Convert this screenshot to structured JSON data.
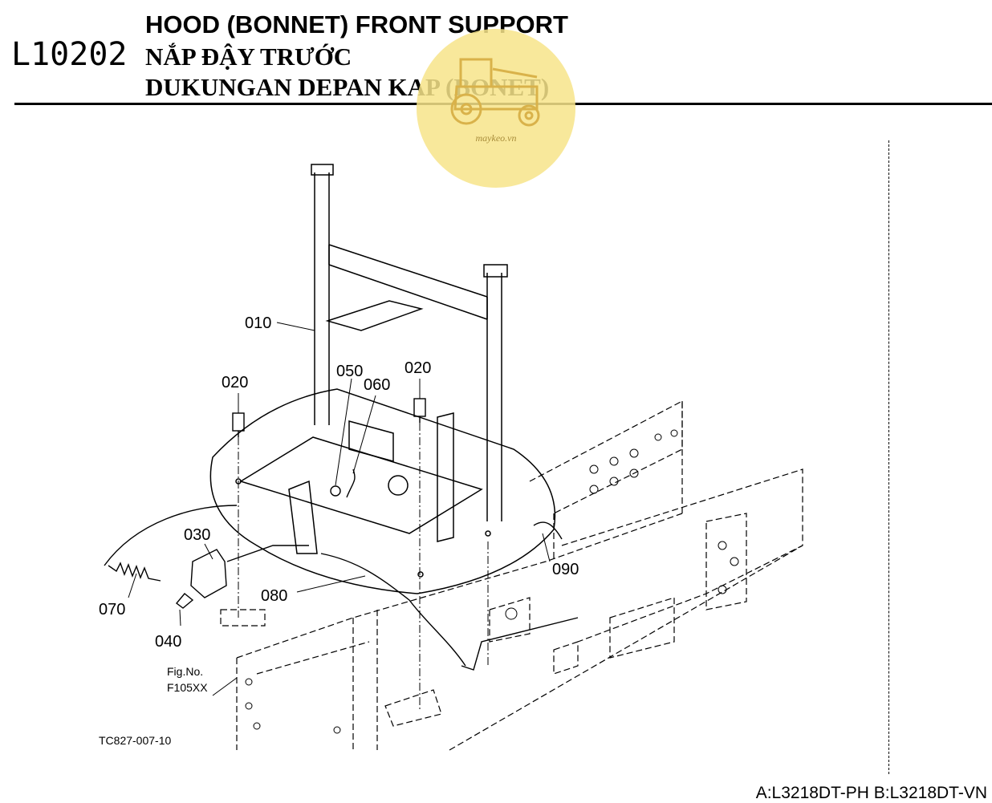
{
  "header": {
    "page_code": "L10202",
    "title_en": "HOOD (BONNET) FRONT SUPPORT",
    "title_vi": "NẮP ĐẬY TRƯỚC",
    "title_id": "DUKUNGAN DEPAN KAP (BONET)"
  },
  "watermark": {
    "text": "maykeo.vn",
    "color": "#f7e48a",
    "icon": "tractor-icon"
  },
  "diagram": {
    "callouts": [
      "010",
      "020",
      "020",
      "030",
      "040",
      "050",
      "060",
      "070",
      "080",
      "090"
    ],
    "fig_ref_line1": "Fig.No.",
    "fig_ref_line2": "F105XX",
    "drawing_code": "TC827-007-10"
  },
  "footer": {
    "models": "A:L3218DT-PH B:L3218DT-VN"
  }
}
